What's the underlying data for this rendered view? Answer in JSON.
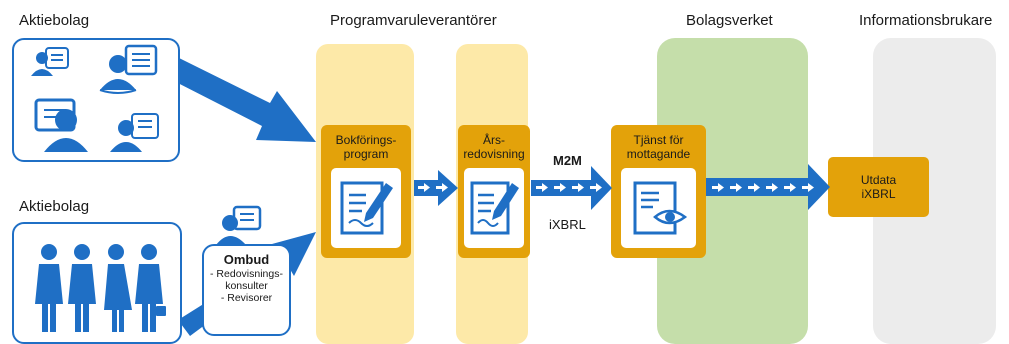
{
  "headers": {
    "aktiebolag_top": "Aktiebolag",
    "aktiebolag_bottom": "Aktiebolag",
    "programvaruleverantorer": "Programvaruleverantörer",
    "bolagsverket": "Bolagsverket",
    "informationsbrukare": "Informationsbrukare"
  },
  "boxes": {
    "bokforing": "Bokförings-\nprogram",
    "arsredovisning": "Års-\nredovisning",
    "tjanst": "Tjänst för\nmottagande",
    "utdata": "Utdata\niXBRL"
  },
  "ombud": {
    "title": "Ombud",
    "line1": "- Redovisnings-",
    "line2": "konsulter",
    "line3": "- Revisorer"
  },
  "arrow_labels": {
    "m2m": "M2M",
    "ixbrl": "iXBRL"
  },
  "colors": {
    "blue": "#1f6fc5",
    "gold": "#e3a20a",
    "yellow_col": "#fde9a8",
    "green_col": "#c5deaa",
    "grey_col": "#ececec"
  }
}
